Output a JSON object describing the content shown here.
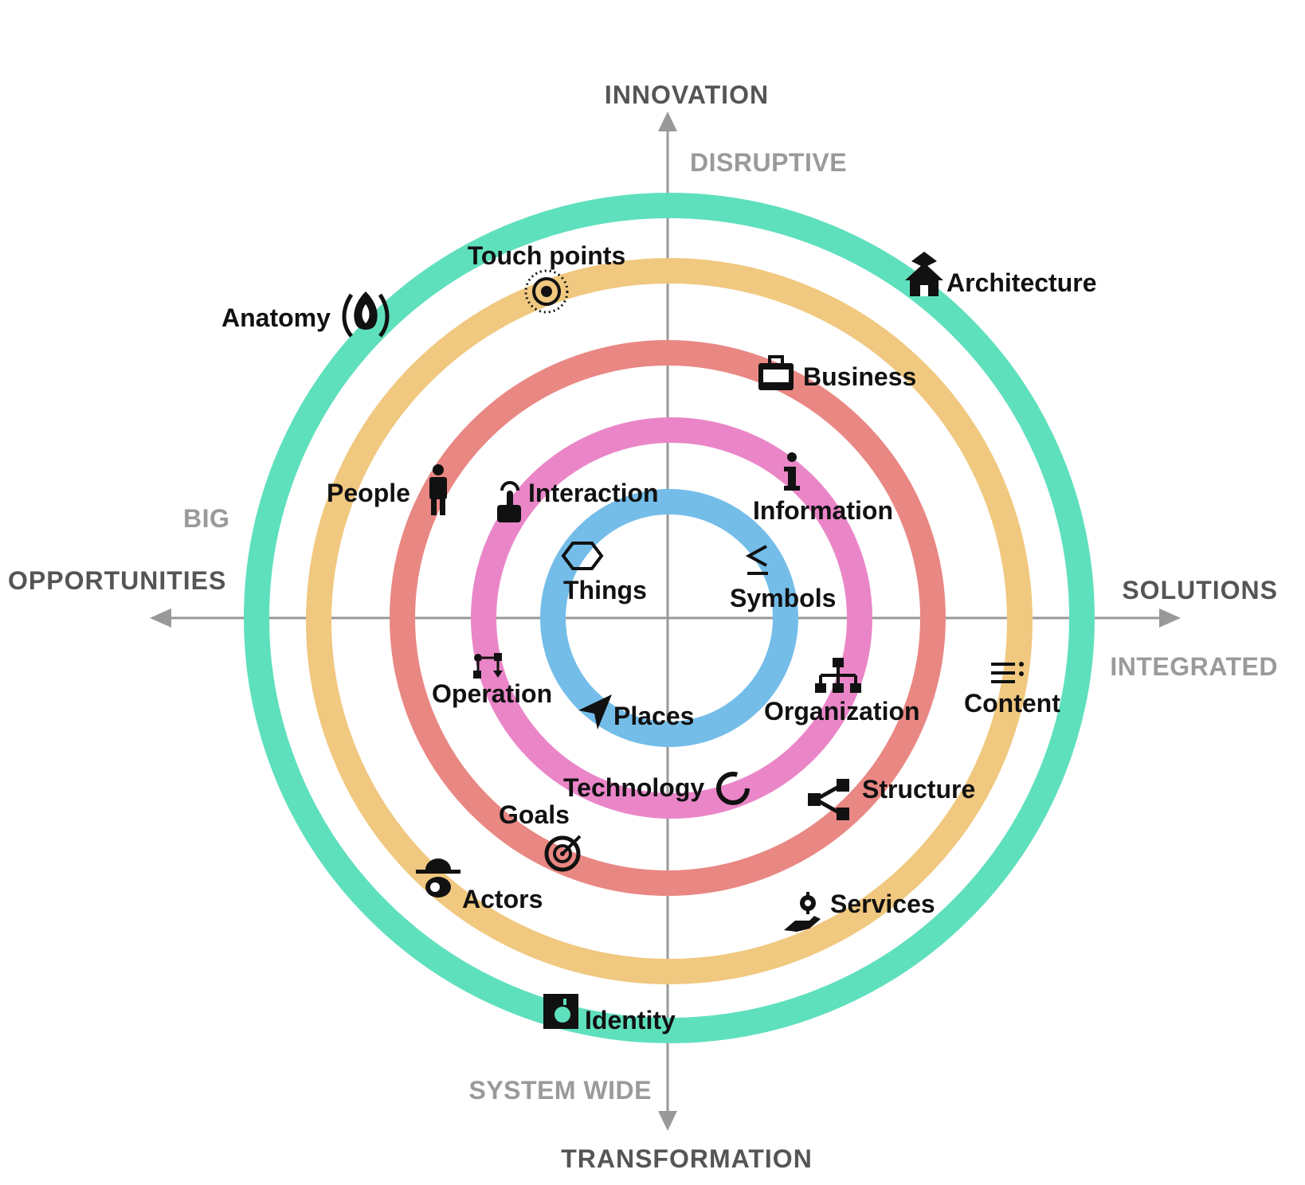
{
  "axes": {
    "top": "INNOVATION",
    "top_sub": "DISRUPTIVE",
    "left": "OPPORTUNITIES",
    "left_sub": "BIG",
    "right": "SOLUTIONS",
    "right_sub": "INTEGRATED",
    "bottom": "TRANSFORMATION",
    "bottom_sub": "SYSTEM WIDE"
  },
  "ring_colors": {
    "outer": "#5fe0bd",
    "second": "#f0c87f",
    "third": "#e98783",
    "fourth": "#ea86c8",
    "inner": "#74bde9"
  },
  "labels": {
    "touch_points": "Touch points",
    "anatomy": "Anatomy",
    "architecture": "Architecture",
    "business": "Business",
    "people": "People",
    "interaction": "Interaction",
    "information": "Information",
    "things": "Things",
    "symbols": "Symbols",
    "operation": "Operation",
    "places": "Places",
    "organization": "Organization",
    "content": "Content",
    "technology": "Technology",
    "structure": "Structure",
    "goals": "Goals",
    "actors": "Actors",
    "services": "Services",
    "identity": "Identity"
  },
  "icons": {
    "touch_points": "target-dots-icon",
    "anatomy": "flame-signal-icon",
    "architecture": "house-icon",
    "business": "briefcase-icon",
    "people": "person-icon",
    "interaction": "hand-pointer-icon",
    "information": "info-icon",
    "things": "hexagon-icon",
    "symbols": "less-equal-icon",
    "operation": "flow-icon",
    "places": "navigation-arrow-icon",
    "organization": "org-chart-icon",
    "content": "list-icon",
    "technology": "loading-ring-icon",
    "structure": "share-icon",
    "goals": "bullseye-icon",
    "actors": "hat-face-icon",
    "services": "gear-hand-icon",
    "identity": "apple-badge-icon"
  }
}
